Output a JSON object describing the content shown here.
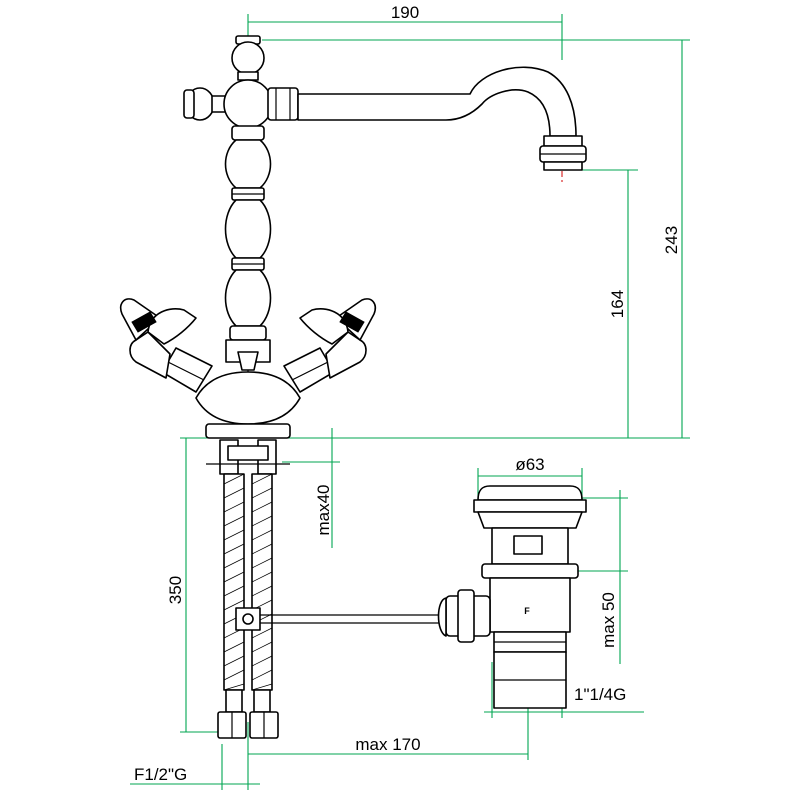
{
  "dimensions": {
    "spout_reach": "190",
    "total_height": "243",
    "spout_height": "164",
    "pipe_length": "350",
    "max_thickness": "max40",
    "drain_diameter": "ø63",
    "drain_max": "max 50",
    "drain_thread": "1\"1/4G",
    "rod_max": "max  170",
    "inlet_thread": "F1/2\"G"
  },
  "markings": {
    "drain_letter": "F"
  },
  "colors": {
    "dimension_lines": "#00a651",
    "center_lines": "#d00000",
    "outline": "#000000"
  }
}
